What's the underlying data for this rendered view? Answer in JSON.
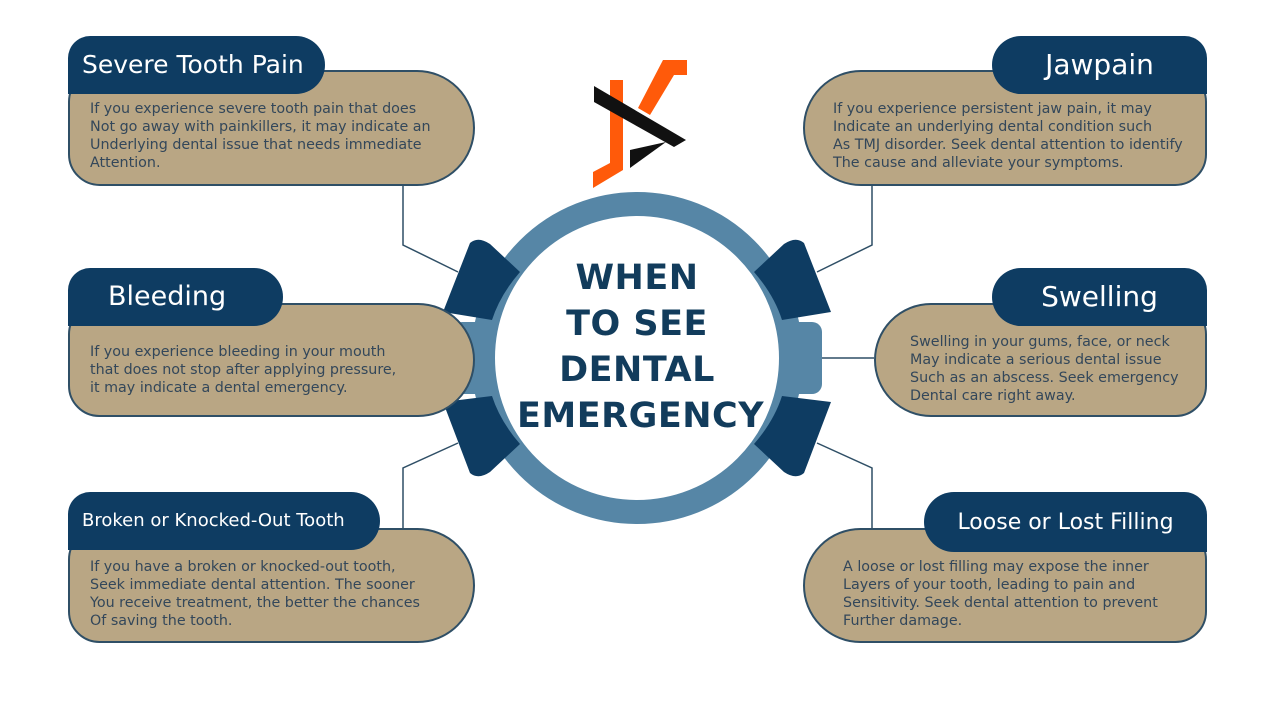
{
  "title": [
    "WHEN",
    "TO SEE",
    "DENTAL",
    "EMERGENCY"
  ],
  "cards": [
    {
      "heading": "Severe Tooth Pain",
      "lines": [
        "If you experience severe tooth pain that does",
        "Not go away with painkillers, it may indicate an",
        "Underlying dental issue that needs immediate",
        "Attention."
      ]
    },
    {
      "heading": "Bleeding",
      "lines": [
        "If you experience bleeding in your mouth",
        "that does not stop after applying pressure,",
        "it may indicate a dental emergency."
      ]
    },
    {
      "heading": "Broken or Knocked-Out Tooth",
      "lines": [
        "If you have a broken or knocked-out tooth,",
        "Seek immediate dental attention. The sooner",
        "You receive treatment, the better the chances",
        "Of saving the tooth."
      ]
    },
    {
      "heading": "Jawpain",
      "lines": [
        "If you experience persistent jaw pain, it may",
        "Indicate an underlying dental condition such",
        "As TMJ disorder. Seek dental attention to identify",
        "The cause and alleviate your symptoms."
      ]
    },
    {
      "heading": "Swelling",
      "lines": [
        "Swelling in your gums, face, or neck",
        "May indicate a serious dental issue",
        "Such as an abscess. Seek emergency",
        "Dental care right away."
      ]
    },
    {
      "heading": "Loose or Lost Filling",
      "lines": [
        "A loose or lost filling may expose the inner",
        "Layers of your tooth, leading to pain and",
        "Sensitivity. Seek dental attention to prevent",
        "Further damage."
      ]
    }
  ],
  "colors": {
    "navy": "#0e3c62",
    "tan": "#b9a684",
    "ring": "#5686a6",
    "logo_orange": "#ff5a0a"
  }
}
